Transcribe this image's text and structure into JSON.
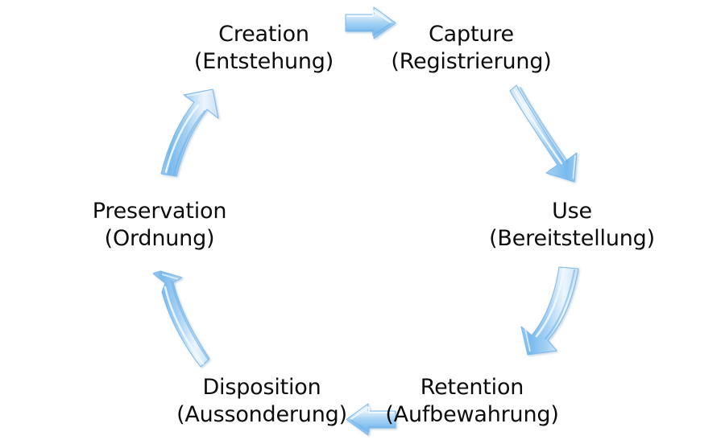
{
  "diagram": {
    "title": "Records lifecycle cycle",
    "type": "cycle-diagram",
    "background_color": "#ffffff",
    "text_color": "#0d0d0d",
    "arrow_color_light": "#dce9f7",
    "arrow_color_mid": "#a8d2f4",
    "arrow_color_dark": "#6aafe4",
    "arrow_edge_color": "#7fb8e8",
    "stage_count": 6,
    "arrow_count": 6,
    "flow_direction": "clockwise"
  },
  "stages": [
    {
      "id": "creation",
      "english": "Creation",
      "german": "(Entstehung)"
    },
    {
      "id": "capture",
      "english": "Capture",
      "german": "(Registrierung)"
    },
    {
      "id": "use",
      "english": "Use",
      "german": "(Bereitstellung)"
    },
    {
      "id": "retention",
      "english": "Retention",
      "german": "(Aufbewahrung)"
    },
    {
      "id": "disposition",
      "english": "Disposition",
      "german": "(Aussonderung)"
    },
    {
      "id": "preservation",
      "english": "Preservation",
      "german": "(Ordnung)"
    }
  ],
  "arrows": [
    {
      "id": "creation-to-capture",
      "from": "creation",
      "to": "capture",
      "shape": "straight",
      "direction": "right"
    },
    {
      "id": "capture-to-use",
      "from": "capture",
      "to": "use",
      "shape": "curved",
      "direction": "down-right"
    },
    {
      "id": "use-to-retention",
      "from": "use",
      "to": "retention",
      "shape": "curved",
      "direction": "down-left"
    },
    {
      "id": "retention-to-disposition",
      "from": "retention",
      "to": "disposition",
      "shape": "straight",
      "direction": "left"
    },
    {
      "id": "disposition-to-preservation",
      "from": "disposition",
      "to": "preservation",
      "shape": "curved",
      "direction": "up-left"
    },
    {
      "id": "preservation-to-creation",
      "from": "preservation",
      "to": "creation",
      "shape": "curved",
      "direction": "up-right"
    }
  ]
}
